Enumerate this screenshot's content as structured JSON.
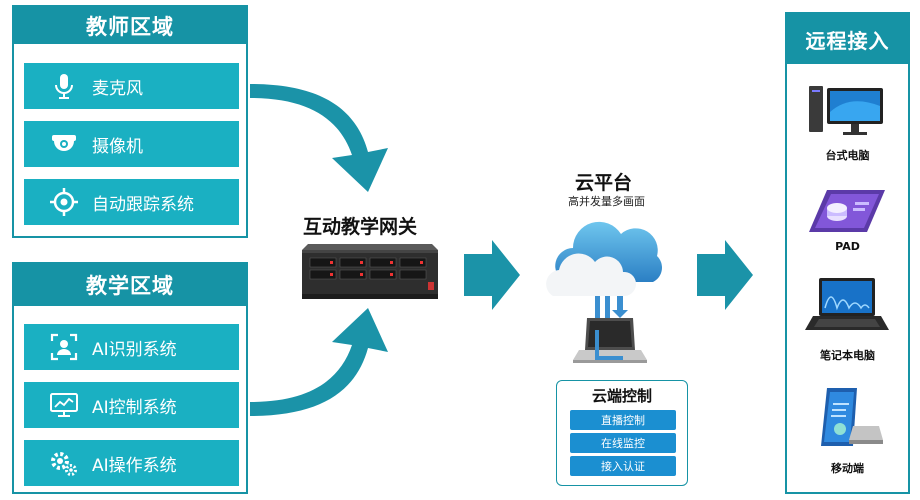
{
  "teacher_zone": {
    "title": "教师区域",
    "items": [
      {
        "label": "麦克风",
        "icon": "microphone-icon"
      },
      {
        "label": "摄像机",
        "icon": "camera-icon"
      },
      {
        "label": "自动跟踪系统",
        "icon": "target-icon"
      }
    ]
  },
  "teaching_zone": {
    "title": "教学区域",
    "items": [
      {
        "label": "AI识别系统",
        "icon": "face-recognition-icon"
      },
      {
        "label": "AI控制系统",
        "icon": "monitor-chart-icon"
      },
      {
        "label": "AI操作系统",
        "icon": "gears-icon"
      }
    ]
  },
  "gateway": {
    "title": "互动教学网关"
  },
  "cloud": {
    "title": "云平台",
    "subtitle": "高并发量多画面"
  },
  "cloud_control": {
    "title": "云端控制",
    "buttons": [
      "直播控制",
      "在线监控",
      "接入认证"
    ]
  },
  "remote": {
    "title": "远程接入",
    "devices": [
      {
        "label": "台式电脑",
        "icon": "desktop-computer-icon"
      },
      {
        "label": "PAD",
        "icon": "tablet-icon"
      },
      {
        "label": "笔记本电脑",
        "icon": "laptop-icon"
      },
      {
        "label": "移动端",
        "icon": "mobile-icon"
      }
    ]
  },
  "colors": {
    "teal": "#1693a5",
    "item_teal": "#1ab0c2",
    "blue_button": "#1b8fd1"
  }
}
